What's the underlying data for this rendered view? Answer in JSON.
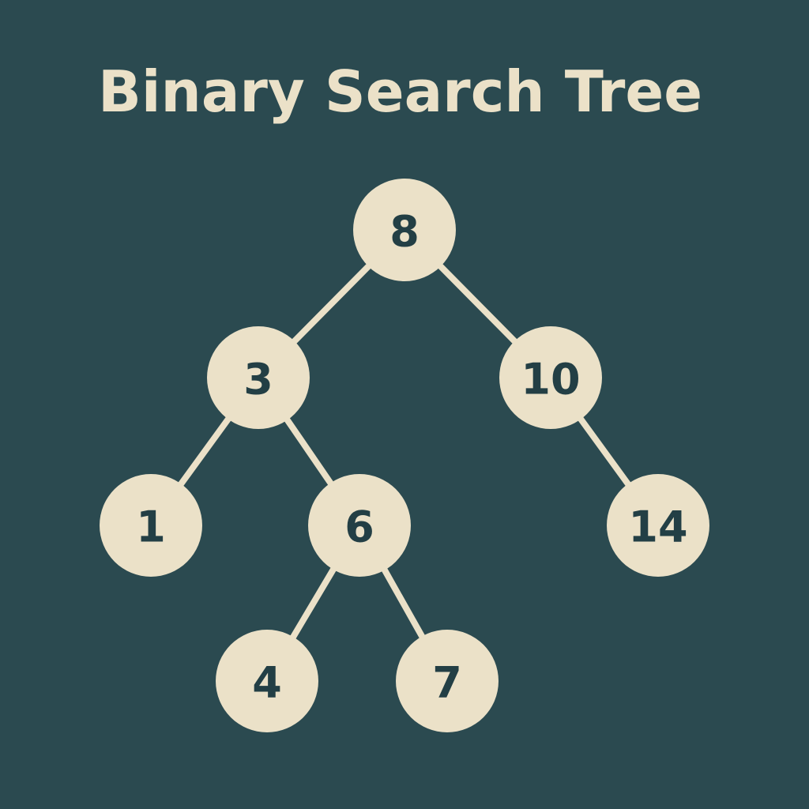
{
  "title": "Binary Search Tree",
  "colors": {
    "background": "#2b4a50",
    "node_fill": "#ebe1c8",
    "node_text": "#233f45",
    "edge": "#ebe1c8"
  },
  "nodes": [
    {
      "id": "n8",
      "label": "8"
    },
    {
      "id": "n3",
      "label": "3"
    },
    {
      "id": "n10",
      "label": "10"
    },
    {
      "id": "n1",
      "label": "1"
    },
    {
      "id": "n6",
      "label": "6"
    },
    {
      "id": "n14",
      "label": "14"
    },
    {
      "id": "n4",
      "label": "4"
    },
    {
      "id": "n7",
      "label": "7"
    }
  ],
  "edges": [
    {
      "from": "n8",
      "to": "n3"
    },
    {
      "from": "n8",
      "to": "n10"
    },
    {
      "from": "n3",
      "to": "n1"
    },
    {
      "from": "n3",
      "to": "n6"
    },
    {
      "from": "n10",
      "to": "n14"
    },
    {
      "from": "n6",
      "to": "n4"
    },
    {
      "from": "n6",
      "to": "n7"
    }
  ]
}
